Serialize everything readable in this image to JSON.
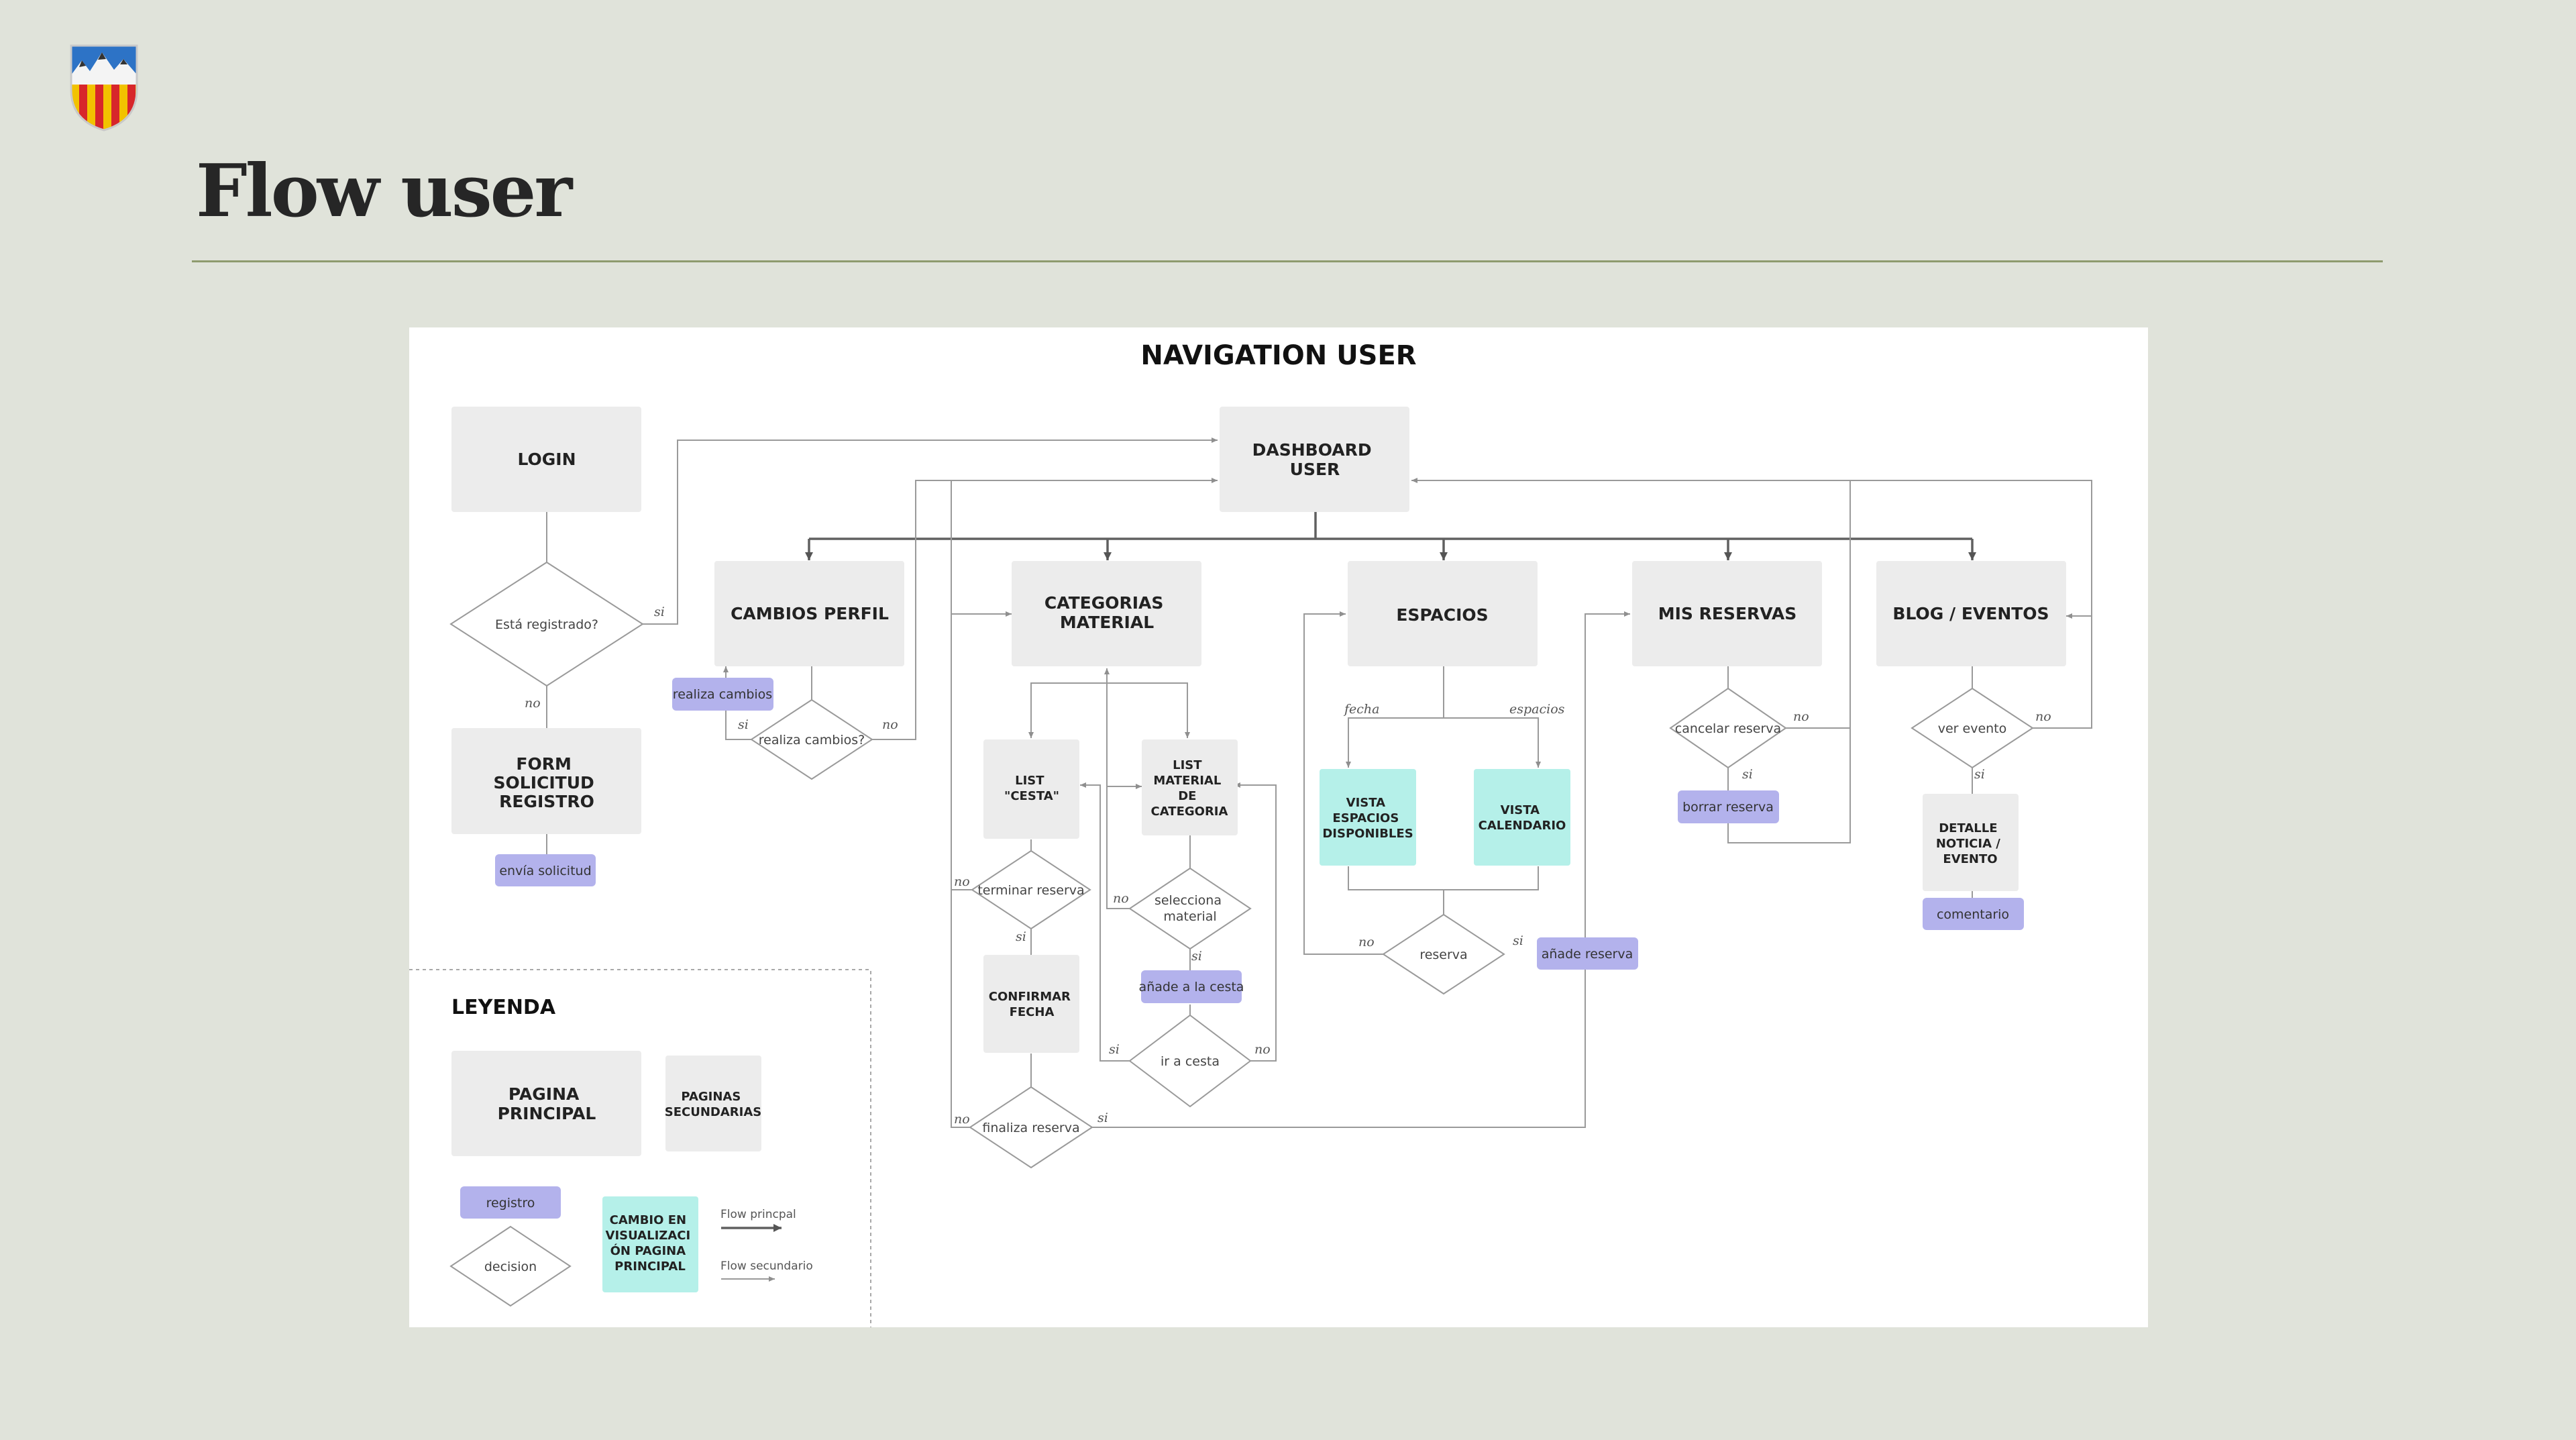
{
  "slide": {
    "title": "Flow user"
  },
  "diagram": {
    "title": "NAVIGATION USER",
    "main_pages": {
      "login": "LOGIN",
      "dashboard": [
        "DASHBOARD",
        "USER"
      ],
      "form": [
        "FORM",
        "SOLICITUD",
        "REGISTRO"
      ],
      "cambios_perfil": "CAMBIOS PERFIL",
      "categorias": [
        "CATEGORIAS",
        "MATERIAL"
      ],
      "espacios": "ESPACIOS",
      "mis_reservas": "MIS RESERVAS",
      "blog": "BLOG / EVENTOS"
    },
    "secondary_pages": {
      "list_cesta": [
        "LIST",
        "\"CESTA\""
      ],
      "list_material": [
        "LIST",
        "MATERIAL",
        "DE",
        "CATEGORIA"
      ],
      "confirmar": [
        "CONFIRMAR",
        "FECHA"
      ],
      "detalle": [
        "DETALLE",
        "NOTICIA /",
        "EVENTO"
      ]
    },
    "view_changes": {
      "vista_espacios": [
        "VISTA",
        "ESPACIOS",
        "DISPONIBLES"
      ],
      "vista_calendario": [
        "VISTA",
        "CALENDARIO"
      ]
    },
    "decisions": {
      "registrado": "Está registrado?",
      "realiza": "realiza cambios?",
      "terminar": "terminar reserva",
      "selecciona": [
        "selecciona",
        "material"
      ],
      "ir_cesta": "ir a cesta",
      "finaliza": "finaliza reserva",
      "reserva": "reserva",
      "cancelar": "cancelar reserva",
      "ver_evento": "ver evento"
    },
    "registers": {
      "envia": "envía solicitud",
      "realiza_cambios": "realiza cambios",
      "anade_cesta": "añade a la cesta",
      "anade_reserva": "añade reserva",
      "borrar": "borrar reserva",
      "comentario": "comentario"
    },
    "edge_labels": {
      "si": "si",
      "no": "no",
      "fecha": "fecha",
      "espacios": "espacios"
    },
    "legend": {
      "title": "LEYENDA",
      "pagina_principal": [
        "PAGINA",
        "PRINCIPAL"
      ],
      "paginas_secundarias": [
        "PAGINAS",
        "SECUNDARIAS"
      ],
      "registro": "registro",
      "decision": "decision",
      "cambio": [
        "CAMBIO EN",
        "VISUALIZACI",
        "ÓN PAGINA",
        "PRINCIPAL"
      ],
      "flow_principal": "Flow princpal",
      "flow_secundario": "Flow secundario"
    },
    "colors": {
      "page": "#ececec",
      "register": "#b3b2ec",
      "view_change": "#b5f0e9",
      "line": "#9a9a9a",
      "main_line": "#606060"
    }
  }
}
